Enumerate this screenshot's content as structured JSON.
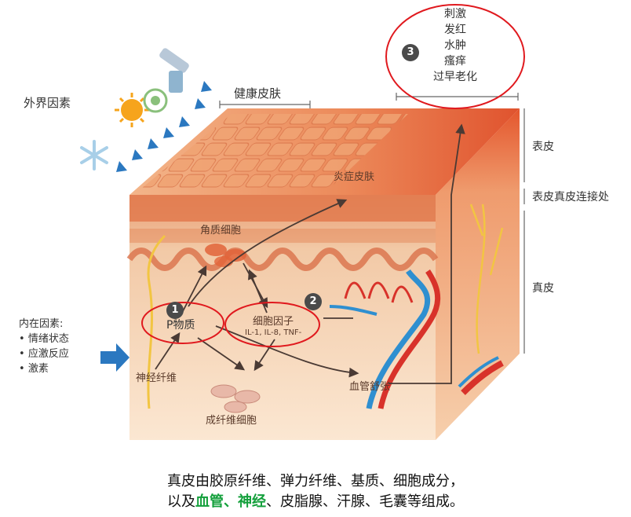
{
  "external_factors": "外界因素",
  "healthy_skin": "健康皮肤",
  "inflamed_skin": "炎症皮肤",
  "keratinocyte": "角质细胞",
  "substance_p": "P物质",
  "nerve_fiber": "神经纤维",
  "cytokine": "细胞因子",
  "cytokine_detail": "IL-1, IL-8, TNF-",
  "fibroblast": "成纤维细胞",
  "vasodilation": "血管舒张",
  "internal": {
    "title": "内在因素:",
    "items": [
      "情绪状态",
      "应激反应",
      "激素"
    ]
  },
  "steps": [
    "1",
    "2",
    "3"
  ],
  "symptoms": [
    "刺激",
    "发红",
    "水肿",
    "瘙痒",
    "过早老化"
  ],
  "layers": {
    "epidermis": "表皮",
    "junction": "表皮真皮连接处",
    "dermis": "真皮"
  },
  "caption": {
    "line1": "真皮由胶原纤维、弹力纤维、基质、细胞成分，",
    "line2_pre": "以及",
    "line2_hl": "血管、神经",
    "line2_post": "、皮脂腺、汗腺、毛囊等组成。"
  },
  "colors": {
    "highlight": "#14a03c",
    "circle": "#e0191e",
    "arrow_blue": "#2b78c0",
    "vessel_red": "#d8322a",
    "vessel_blue": "#2f8fd0"
  }
}
